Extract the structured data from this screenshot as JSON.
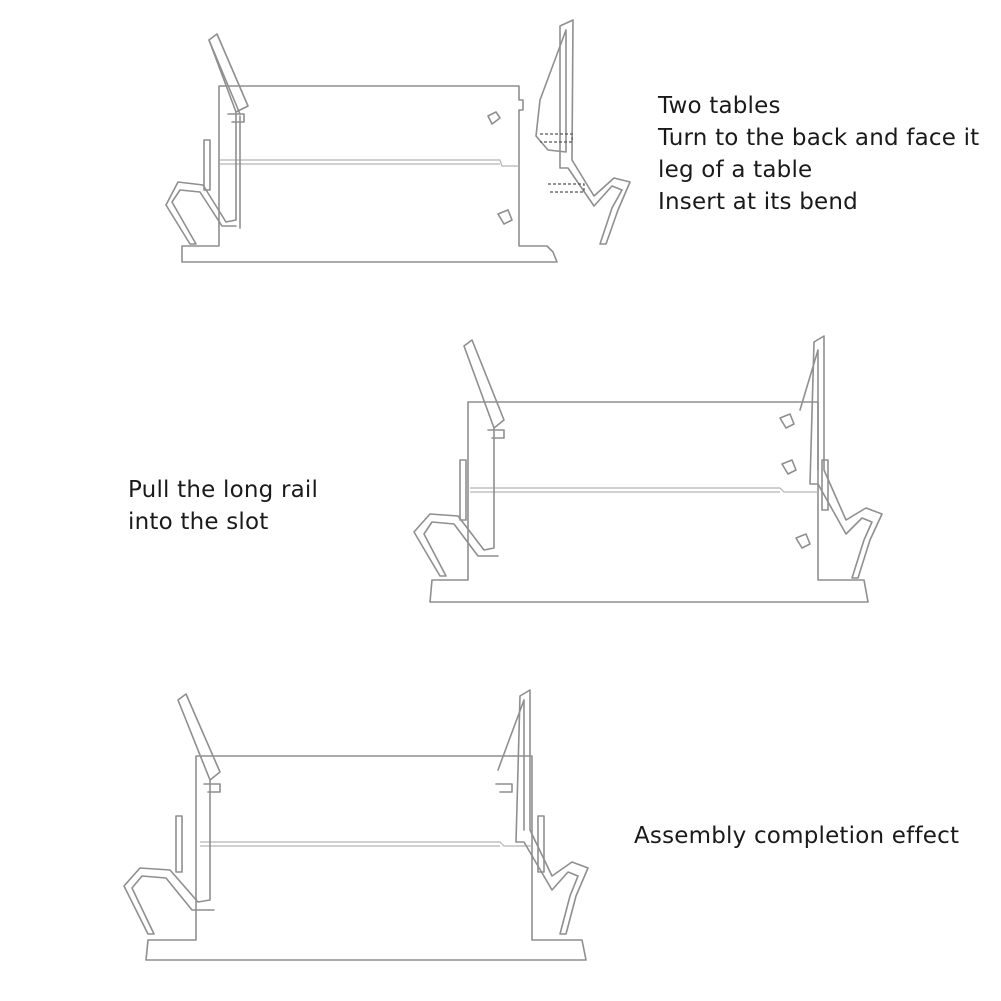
{
  "steps": [
    {
      "lines": [
        "Two tables",
        "Turn to the back and face it",
        "leg of a table",
        "Insert at its bend"
      ]
    },
    {
      "lines": [
        "Pull the long rail",
        "into the slot"
      ]
    },
    {
      "lines": [
        "Assembly completion effect"
      ]
    }
  ],
  "colors": {
    "line": "#8f8f8f",
    "text": "#1a1a1a",
    "background": "#ffffff"
  }
}
